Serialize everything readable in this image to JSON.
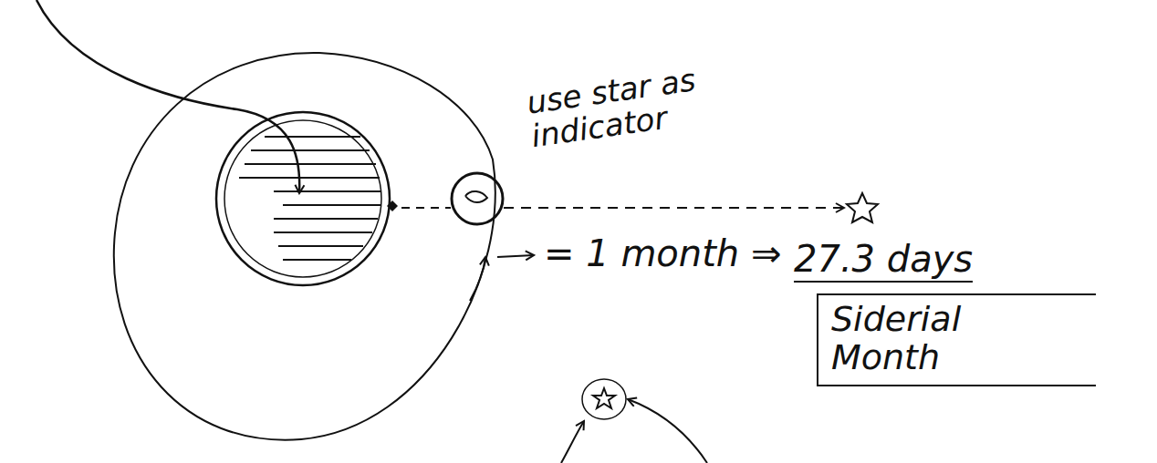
{
  "diagram": {
    "nodes": [
      {
        "text": [
          "Siderial Month"
        ]
      }
    ],
    "labels": [
      "use star as indicator",
      "= 1 month ⇒",
      "27.3 days"
    ]
  }
}
